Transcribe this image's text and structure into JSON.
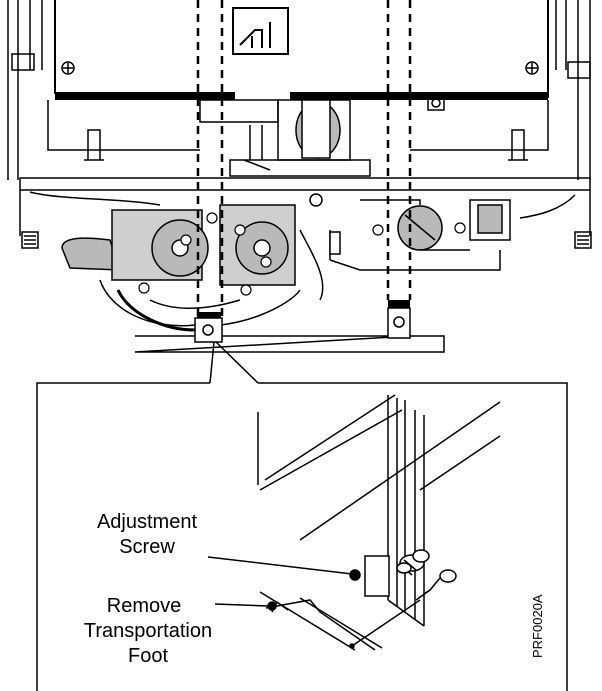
{
  "labels": {
    "adjustment_screw_line1": "Adjustment",
    "adjustment_screw_line2": "Screw",
    "remove_foot_line1": "Remove",
    "remove_foot_line2": "Transportation",
    "remove_foot_line3": "Foot"
  },
  "figure_id": "PRF0020A",
  "colors": {
    "ink": "#000000",
    "gray": "#b9b9b9",
    "light_gray": "#cfcfcf",
    "paper": "#ffffff"
  }
}
